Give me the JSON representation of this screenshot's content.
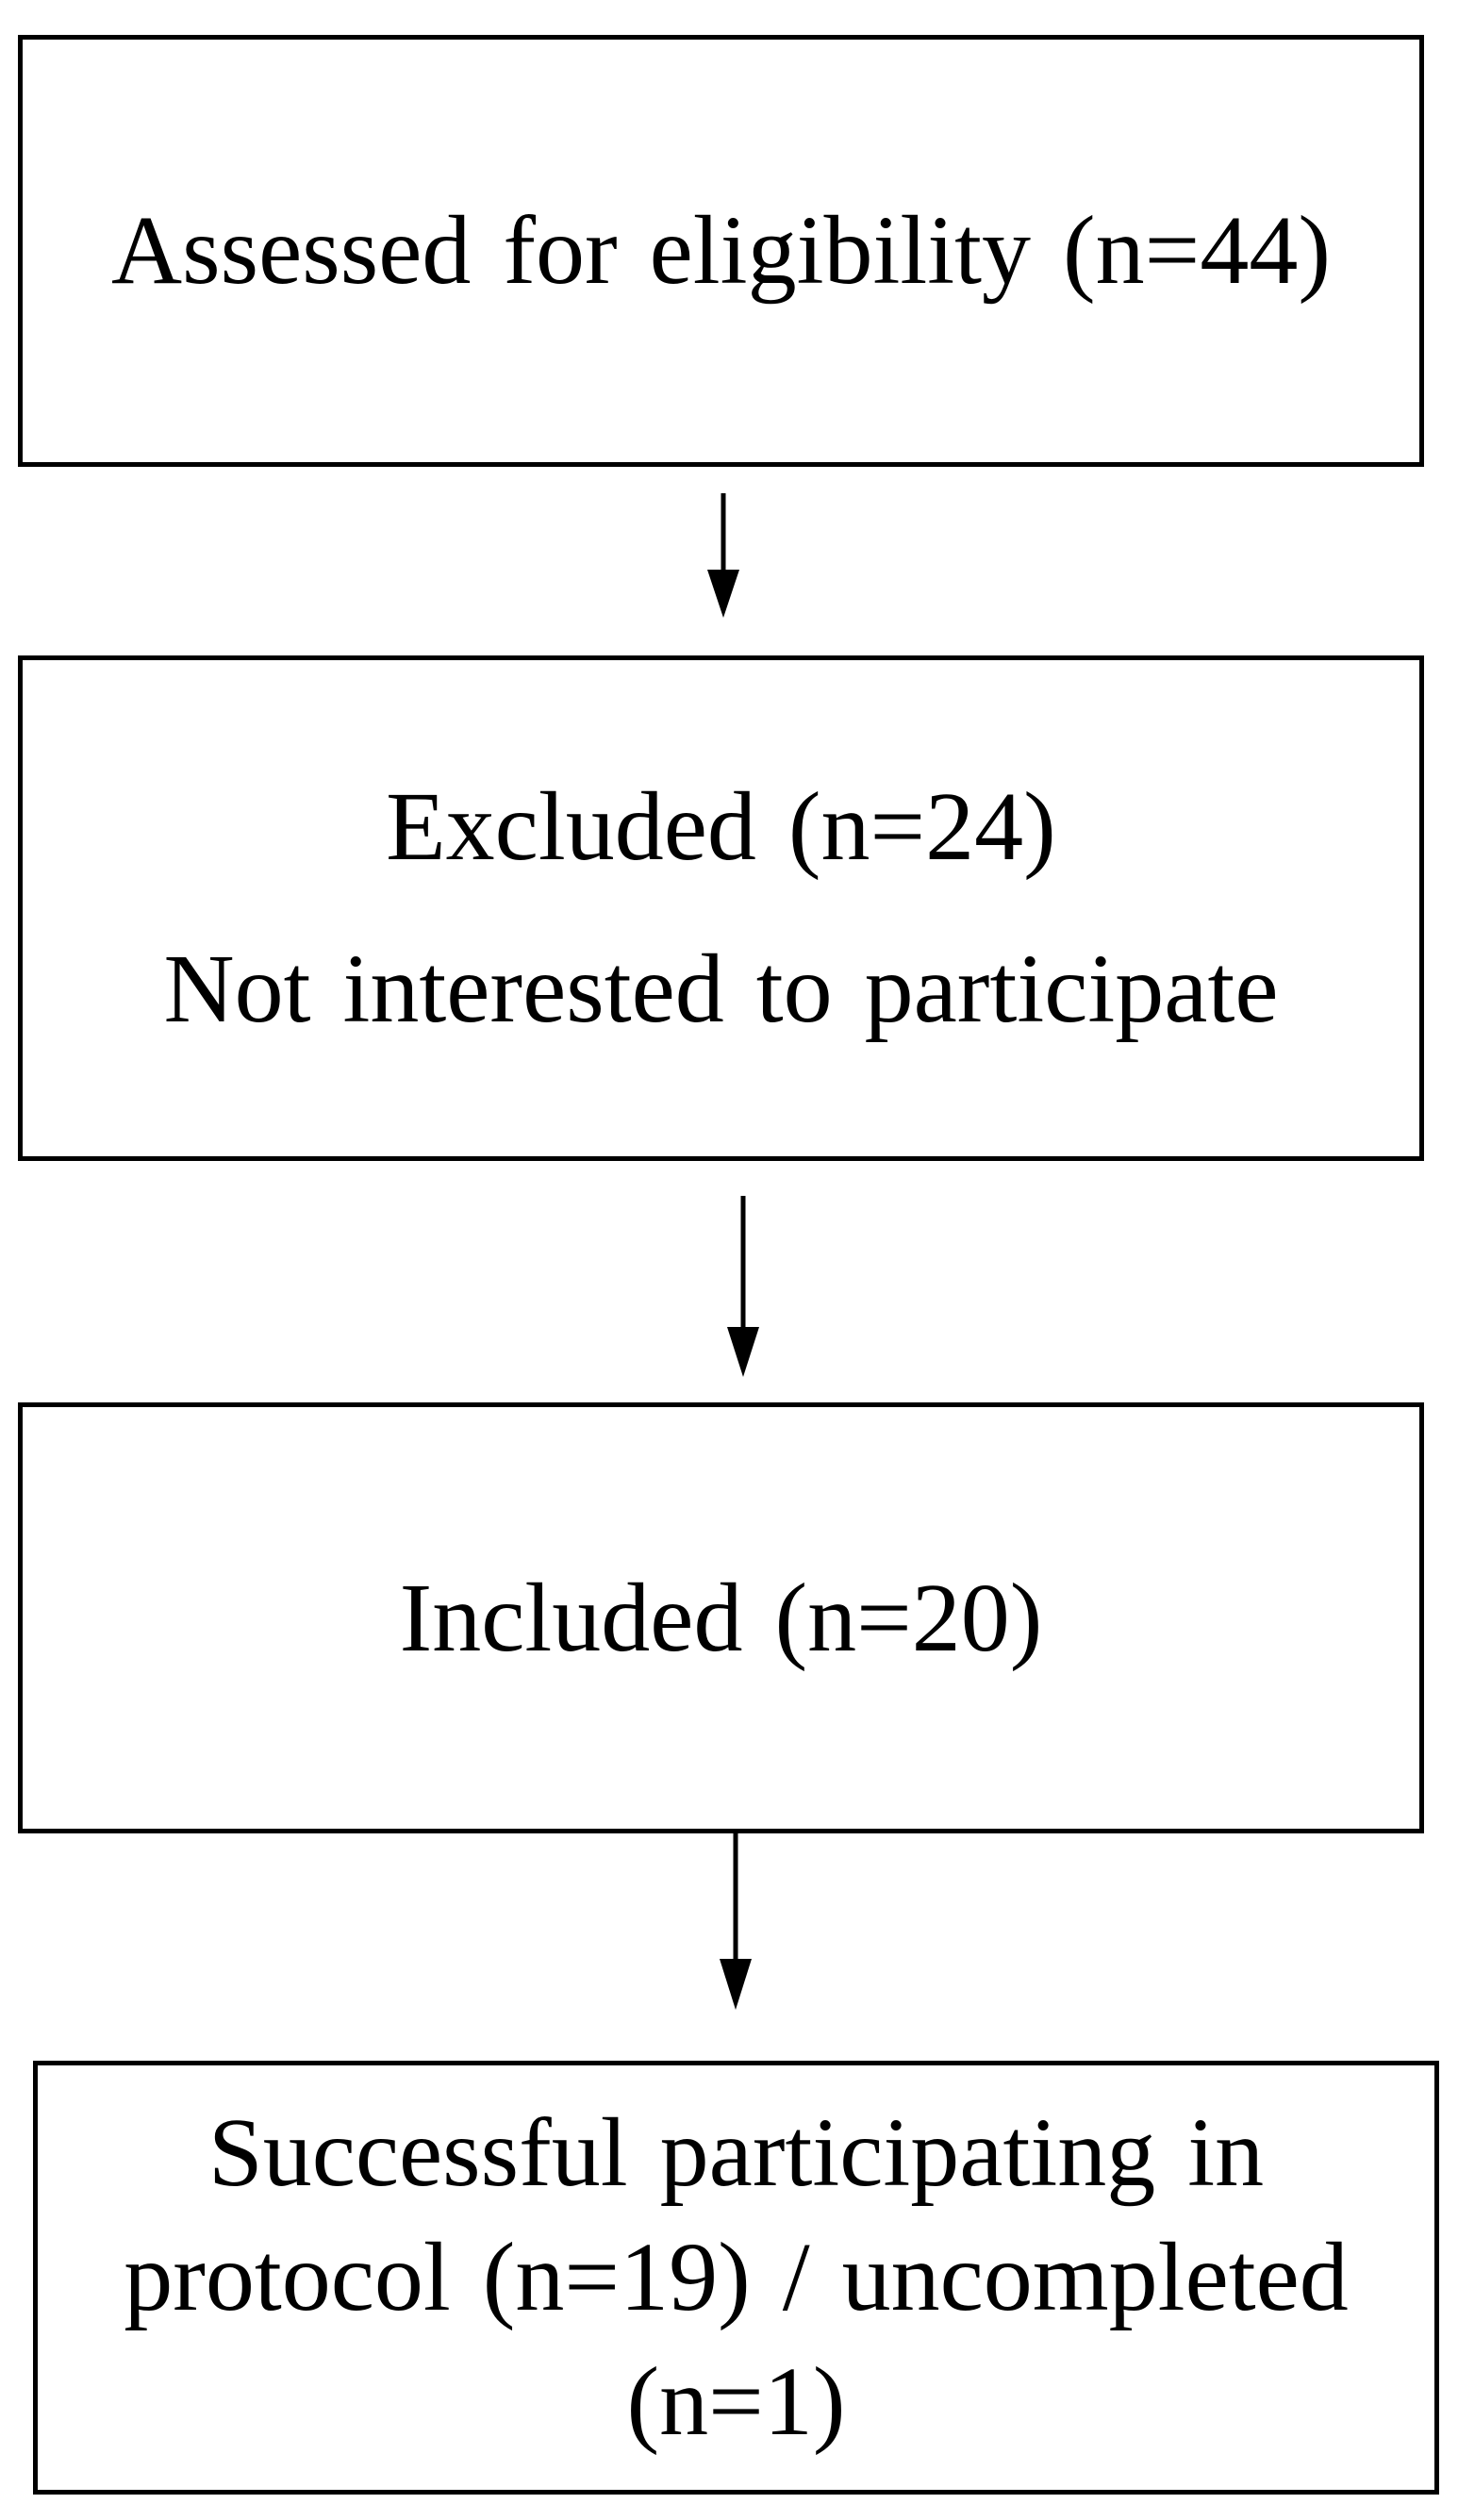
{
  "flowchart": {
    "steps": [
      {
        "lines": [
          "Assessed for eligibility (n=44)"
        ]
      },
      {
        "lines": [
          "Excluded (n=24)",
          "Not interested to participate"
        ]
      },
      {
        "lines": [
          "Included (n=20)"
        ]
      },
      {
        "lines": [
          "Successful participating in",
          "protocol (n=19) / uncompleted",
          "(n=1)"
        ]
      }
    ]
  }
}
